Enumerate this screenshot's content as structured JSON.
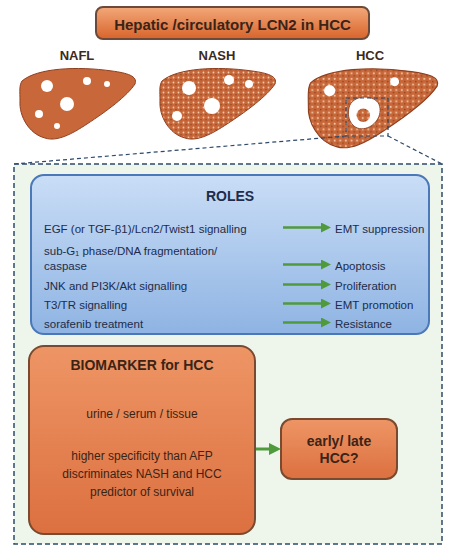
{
  "diagram": {
    "nodes": [
      {
        "text": [
          "Hepatic /circulatory LCN2 in HCC"
        ]
      },
      {
        "text": [
          "ROLES",
          "EGF (or TGF-β1)/Lcn2/Twist1 signalling",
          "EMT suppression",
          "sub-G₁ phase/DNA fragmentation/ caspase",
          "Apoptosis",
          "JNK and PI3K/Akt signalling",
          "Proliferation",
          "T3/TR signalling",
          "EMT promotion",
          "sorafenib treatment",
          "Resistance"
        ]
      },
      {
        "text": [
          "BIOMARKER for HCC",
          "urine / serum / tissue",
          "higher specificity than AFP",
          "discriminates NASH and HCC",
          "predictor of survival"
        ]
      },
      {
        "text": [
          "early/ late HCC?"
        ]
      }
    ],
    "edges": [
      {
        "from": 2,
        "to": 3,
        "arrow": "to"
      }
    ],
    "labels": [
      "NAFL",
      "NASH",
      "HCC"
    ]
  }
}
